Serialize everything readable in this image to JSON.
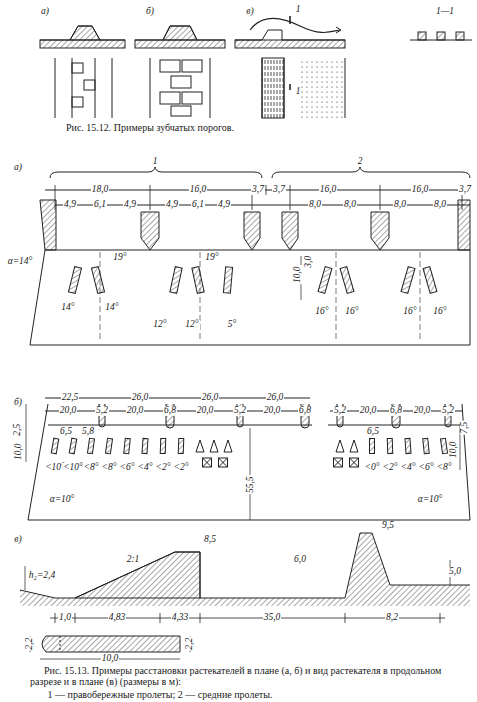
{
  "diagram": {
    "caption": "Рис. 15.13. Примеры расстановки растекателей в плане (а, б) и вид растекателя в продольном разрезе и в плане (в) (размеры в м):",
    "labels": [
      "а)",
      "б)",
      "в)",
      "1",
      "1",
      "1—1",
      "Рис. 15.12. Примеры зубчатых порогов.",
      "а)",
      "1",
      "2",
      "18,0",
      "16,0",
      "3,7",
      "3,7",
      "16,0",
      "16,0",
      "3,7",
      "4,9",
      "6,1",
      "4,9",
      "4,9",
      "6,1",
      "4,9",
      "8,0",
      "8,0",
      "8,0",
      "8,0",
      "α=14°",
      "19°",
      "19°",
      "14°",
      "14°",
      "12°",
      "12°",
      "5°",
      "10,0",
      "3,0",
      "16°",
      "16°",
      "16°",
      "16°",
      "б)",
      "22,5",
      "26,0",
      "26,0",
      "26,0",
      "20,0",
      "5,2",
      "20,0",
      "6,8",
      "20,0",
      "5,2",
      "20,0",
      "6,8",
      "5,2",
      "20,0",
      "6,8",
      "20,0",
      "5,2",
      "2,5",
      "10,0",
      "6,5",
      "5,8",
      "6,5",
      "10,0",
      "7,5",
      "55,5",
      "α=10°",
      "α=10°",
      "<10°",
      "<10°",
      "<8°",
      "<8°",
      "<6°",
      "<4°",
      "<2°",
      "<2°",
      "<0°",
      "<2°",
      "<4°",
      "<6°",
      "<8°",
      "в)",
      "h₂=2,4",
      "2:1",
      "8,5",
      "6,0",
      "9,5",
      "5,0",
      "1,0",
      "4,83",
      "4,33",
      "35,0",
      "8,2",
      "2,2",
      "2,2",
      "10,0",
      "1 — правобережные пролеты; 2 — средние пролеты."
    ]
  }
}
